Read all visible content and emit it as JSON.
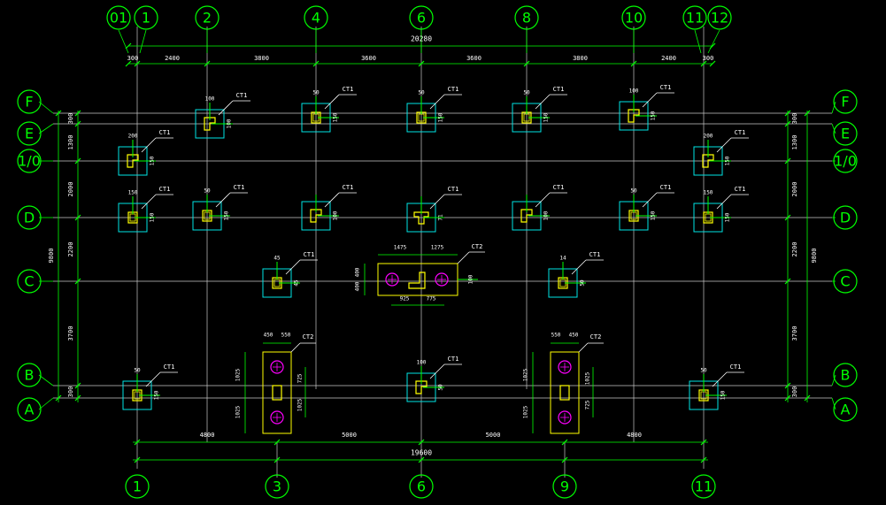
{
  "drawing": {
    "background": "#000000",
    "colors": {
      "dimension": "#00ff00",
      "grid_line": "#c8c8c8",
      "axis_bubble": "#00ff00",
      "pile_cap": "#00e5e5",
      "column": "#ffff00",
      "pile": "#ff00ff",
      "label": "#ffffff",
      "arrow": "#00ff00"
    },
    "axes_top": [
      "01",
      "1",
      "2",
      "4",
      "6",
      "8",
      "10",
      "11",
      "12"
    ],
    "axes_bottom": [
      "1",
      "3",
      "6",
      "9",
      "11"
    ],
    "axes_left": [
      "F",
      "E",
      "1/0",
      "D",
      "C",
      "B",
      "A"
    ],
    "axes_right": [
      "F",
      "E",
      "1/0",
      "D",
      "C",
      "B",
      "A"
    ],
    "dims_top": {
      "overall": "20280",
      "segments": [
        "300",
        "2400",
        "3800",
        "3600",
        "3600",
        "3800",
        "2400",
        "300"
      ]
    },
    "dims_bottom": {
      "overall": "19600",
      "segments": [
        "4800",
        "5000",
        "5000",
        "4800"
      ]
    },
    "dims_left": {
      "overall": "9800",
      "segments": [
        "300",
        "1300",
        "2000",
        "2200",
        "3700",
        "300"
      ]
    },
    "dims_right": {
      "overall": "9800",
      "segments": [
        "300",
        "1300",
        "2000",
        "2200",
        "3700",
        "300"
      ]
    },
    "tags": {
      "ct1": "CT1",
      "ct2": "CT2"
    },
    "caps": [
      {
        "tag": "CT1",
        "offset_top": "100",
        "offset_side": "100"
      },
      {
        "tag": "CT1",
        "offset_top": "50",
        "offset_side": "150"
      },
      {
        "tag": "CT1",
        "offset_top": "50",
        "offset_side": "150"
      },
      {
        "tag": "CT1",
        "offset_top": "50",
        "offset_side": "150"
      },
      {
        "tag": "CT1",
        "offset_top": "100",
        "offset_side": "150"
      },
      {
        "tag": "CT1",
        "offset_top": "200",
        "offset_side": "150"
      },
      {
        "tag": "CT1",
        "offset_top": "200",
        "offset_side": "150"
      },
      {
        "tag": "CT1",
        "offset_top": "150",
        "offset_side": "150"
      },
      {
        "tag": "CT1",
        "offset_top": "50",
        "offset_side": "150"
      },
      {
        "tag": "CT1",
        "offset_top": "",
        "offset_side": "100"
      },
      {
        "tag": "CT1",
        "offset_top": "",
        "offset_side": "71"
      },
      {
        "tag": "CT1",
        "offset_top": "",
        "offset_side": "100"
      },
      {
        "tag": "CT1",
        "offset_top": "50",
        "offset_side": "150"
      },
      {
        "tag": "CT1",
        "offset_top": "150",
        "offset_side": "150"
      },
      {
        "tag": "CT1",
        "offset_top": "45",
        "offset_side": "45"
      },
      {
        "tag": "CT1",
        "offset_top": "14",
        "offset_side": "50"
      },
      {
        "tag": "CT1",
        "offset_top": "50",
        "offset_side": "150"
      },
      {
        "tag": "CT1",
        "offset_top": "100",
        "offset_side": "50"
      },
      {
        "tag": "CT1",
        "offset_top": "50",
        "offset_side": "150"
      }
    ],
    "ct2_center": {
      "tag": "CT2",
      "top_dims": [
        "1475",
        "1275"
      ],
      "bottom_dims": [
        "925",
        "775"
      ],
      "left_dims": [
        "400",
        "400"
      ],
      "right_dim": "100"
    },
    "ct2_left": {
      "tag": "CT2",
      "top_dims": [
        "450",
        "550"
      ],
      "left_dims": [
        "1025",
        "1025"
      ],
      "right_dims": [
        "725",
        "1025"
      ]
    },
    "ct2_right": {
      "tag": "CT2",
      "top_dims": [
        "550",
        "450"
      ],
      "left_dims": [
        "1025",
        "1025"
      ],
      "right_dims": [
        "1025",
        "725"
      ]
    }
  }
}
